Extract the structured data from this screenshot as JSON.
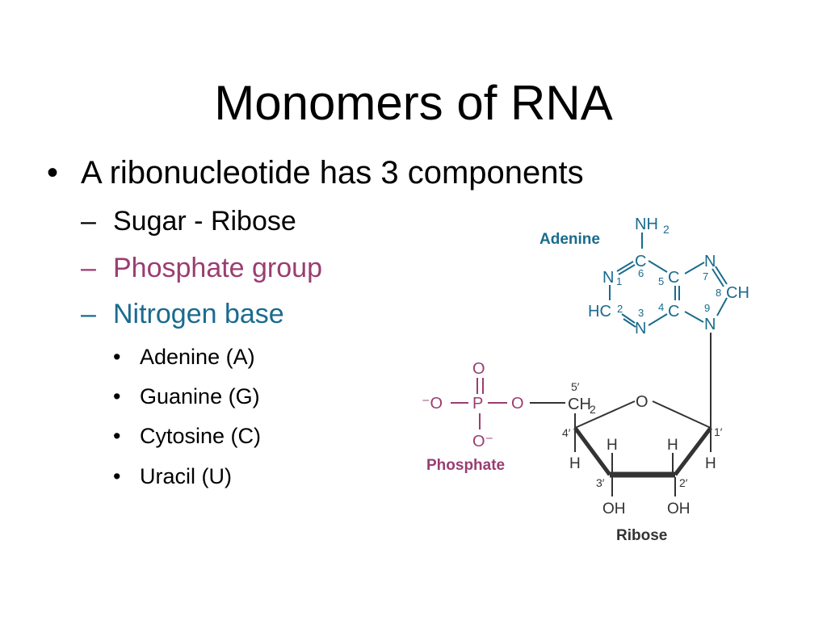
{
  "slide": {
    "title": "Monomers of RNA",
    "bullet_main": {
      "marker": "•",
      "text": "A ribonucleotide has 3 components"
    },
    "sub_bullets": [
      {
        "marker": "–",
        "text": "Sugar - Ribose",
        "color": "#000000"
      },
      {
        "marker": "–",
        "text": "Phosphate group",
        "color": "#9a3d72"
      },
      {
        "marker": "–",
        "text": "Nitrogen base",
        "color": "#1a6b8e"
      }
    ],
    "bases": [
      {
        "marker": "•",
        "text": "Adenine (A)"
      },
      {
        "marker": "•",
        "text": "Guanine (G)"
      },
      {
        "marker": "•",
        "text": "Cytosine (C)"
      },
      {
        "marker": "•",
        "text": "Uracil (U)"
      }
    ]
  },
  "diagram": {
    "colors": {
      "adenine": "#1a6b8e",
      "phosphate": "#9a3d72",
      "ribose": "#333333"
    },
    "adenine": {
      "label": "Adenine",
      "NH2": "NH",
      "NH2_sub": "2",
      "C6": "C",
      "N1": "N",
      "C2": "HC",
      "N3": "N",
      "C4": "C",
      "C5": "C",
      "N7": "N",
      "C8": "CH",
      "N9": "N",
      "num1": "1",
      "num2": "2",
      "num3": "3",
      "num4": "4",
      "num5": "5",
      "num6": "6",
      "num7": "7",
      "num8": "8",
      "num9": "9"
    },
    "phosphate": {
      "label": "Phosphate",
      "O_top": "O",
      "O_left": "⁻O",
      "P": "P",
      "O_bridge": "O",
      "O_bottom": "O⁻"
    },
    "ribose": {
      "label": "Ribose",
      "CH2": "CH",
      "CH2_sub": "2",
      "ring_O": "O",
      "p5": "5′",
      "p4": "4′",
      "p3": "3′",
      "p2": "2′",
      "p1": "1′",
      "H4": "H",
      "H3_up": "H",
      "H2_up": "H",
      "H1": "H",
      "OH3": "OH",
      "OH2": "OH"
    }
  }
}
